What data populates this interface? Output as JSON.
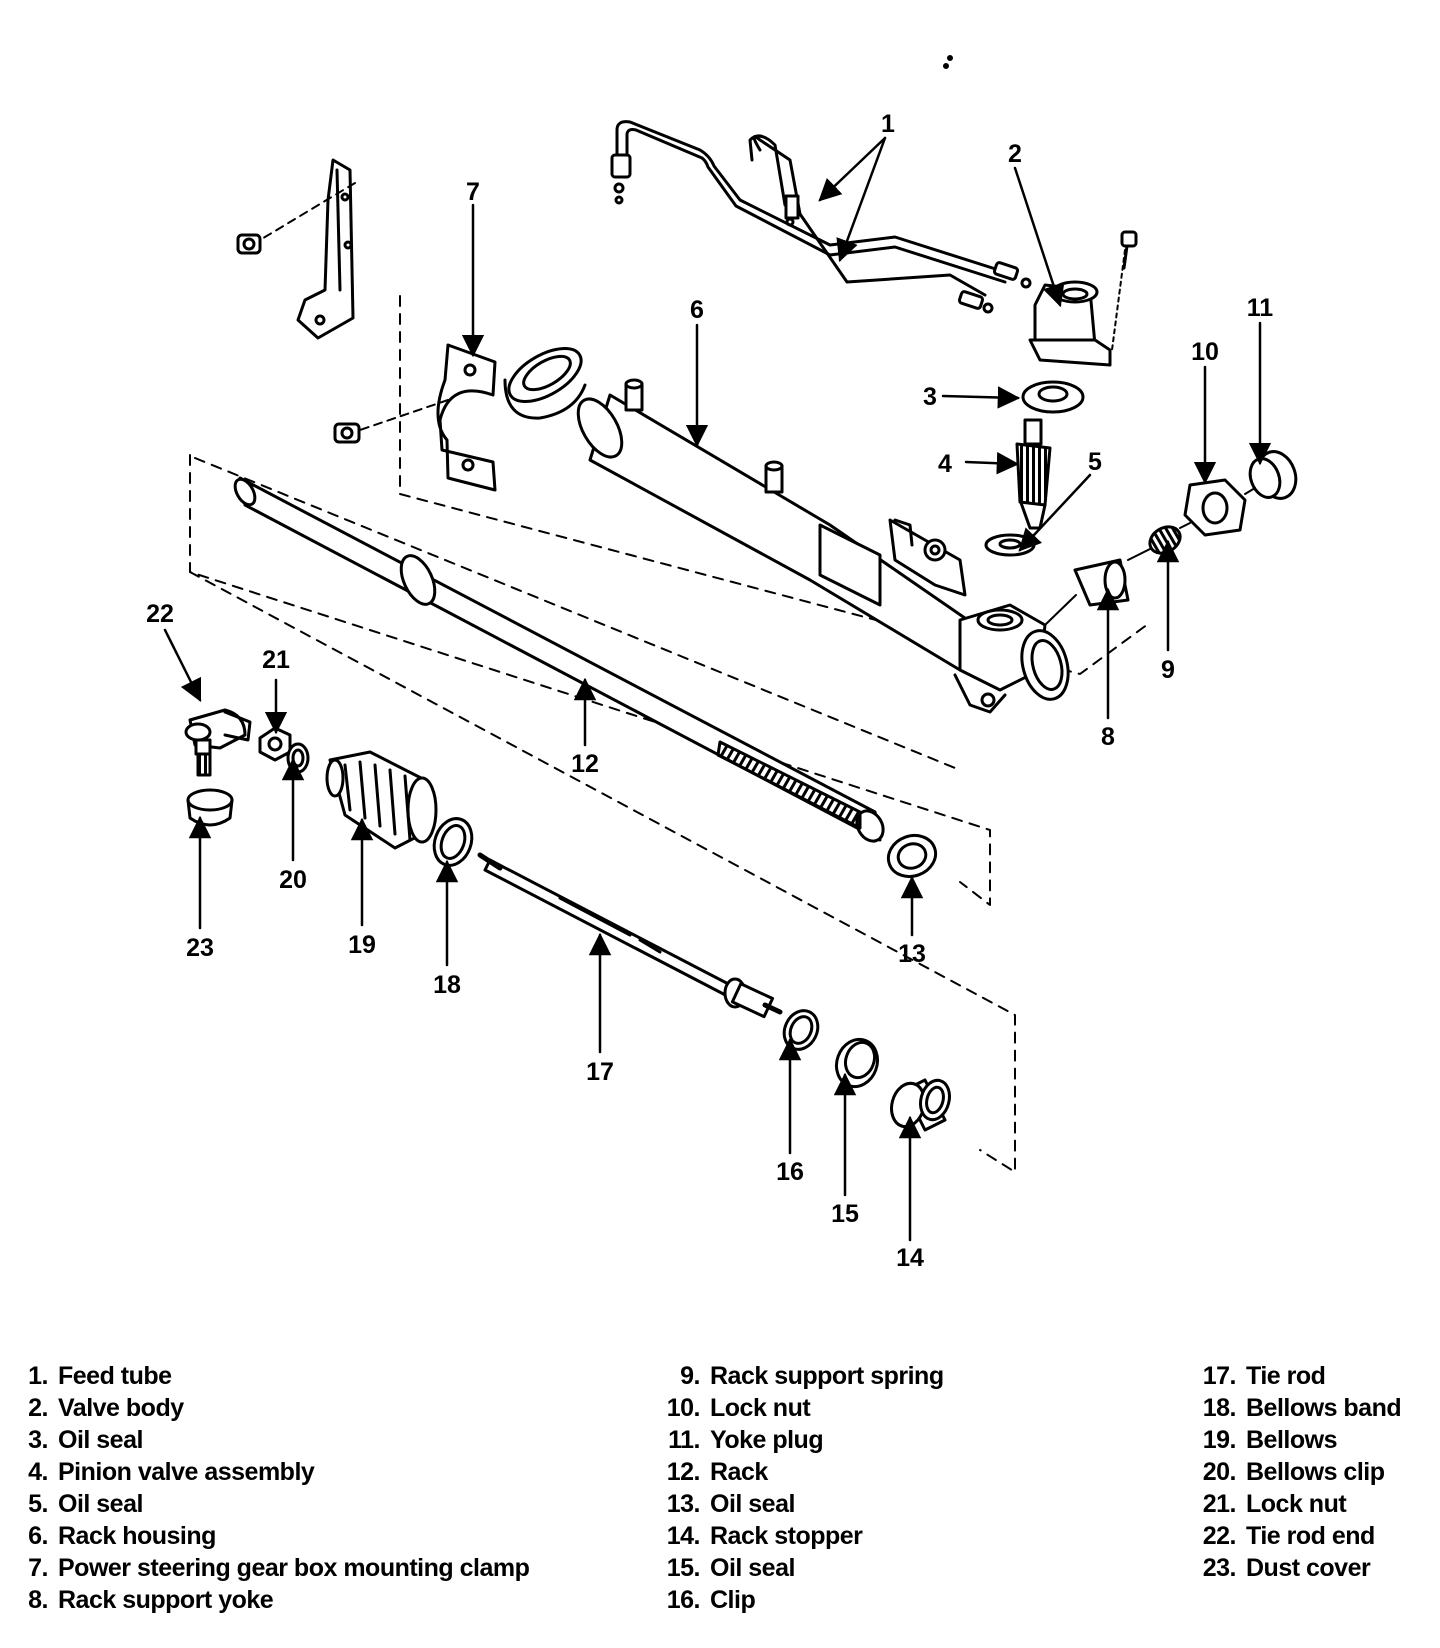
{
  "diagram": {
    "part_numbers": [
      "1",
      "2",
      "3",
      "4",
      "5",
      "6",
      "7",
      "8",
      "9",
      "10",
      "11",
      "12",
      "13",
      "14",
      "15",
      "16",
      "17",
      "18",
      "19",
      "20",
      "21",
      "22",
      "23"
    ]
  },
  "legend": {
    "col1": [
      {
        "num": "1.",
        "label": "Feed tube"
      },
      {
        "num": "2.",
        "label": "Valve body"
      },
      {
        "num": "3.",
        "label": "Oil seal"
      },
      {
        "num": "4.",
        "label": "Pinion valve assembly"
      },
      {
        "num": "5.",
        "label": "Oil seal"
      },
      {
        "num": "6.",
        "label": "Rack housing"
      },
      {
        "num": "7.",
        "label": "Power steering gear box mounting clamp"
      },
      {
        "num": "8.",
        "label": "Rack support yoke"
      }
    ],
    "col2": [
      {
        "num": "9.",
        "label": "Rack support spring"
      },
      {
        "num": "10.",
        "label": "Lock nut"
      },
      {
        "num": "11.",
        "label": "Yoke plug"
      },
      {
        "num": "12.",
        "label": "Rack"
      },
      {
        "num": "13.",
        "label": "Oil seal"
      },
      {
        "num": "14.",
        "label": "Rack stopper"
      },
      {
        "num": "15.",
        "label": "Oil seal"
      },
      {
        "num": "16.",
        "label": "Clip"
      }
    ],
    "col3": [
      {
        "num": "17.",
        "label": "Tie rod"
      },
      {
        "num": "18.",
        "label": "Bellows band"
      },
      {
        "num": "19.",
        "label": "Bellows"
      },
      {
        "num": "20.",
        "label": "Bellows clip"
      },
      {
        "num": "21.",
        "label": "Lock nut"
      },
      {
        "num": "22.",
        "label": "Tie rod end"
      },
      {
        "num": "23.",
        "label": "Dust cover"
      }
    ]
  },
  "colors": {
    "ink": "#000000",
    "paper": "#ffffff"
  }
}
